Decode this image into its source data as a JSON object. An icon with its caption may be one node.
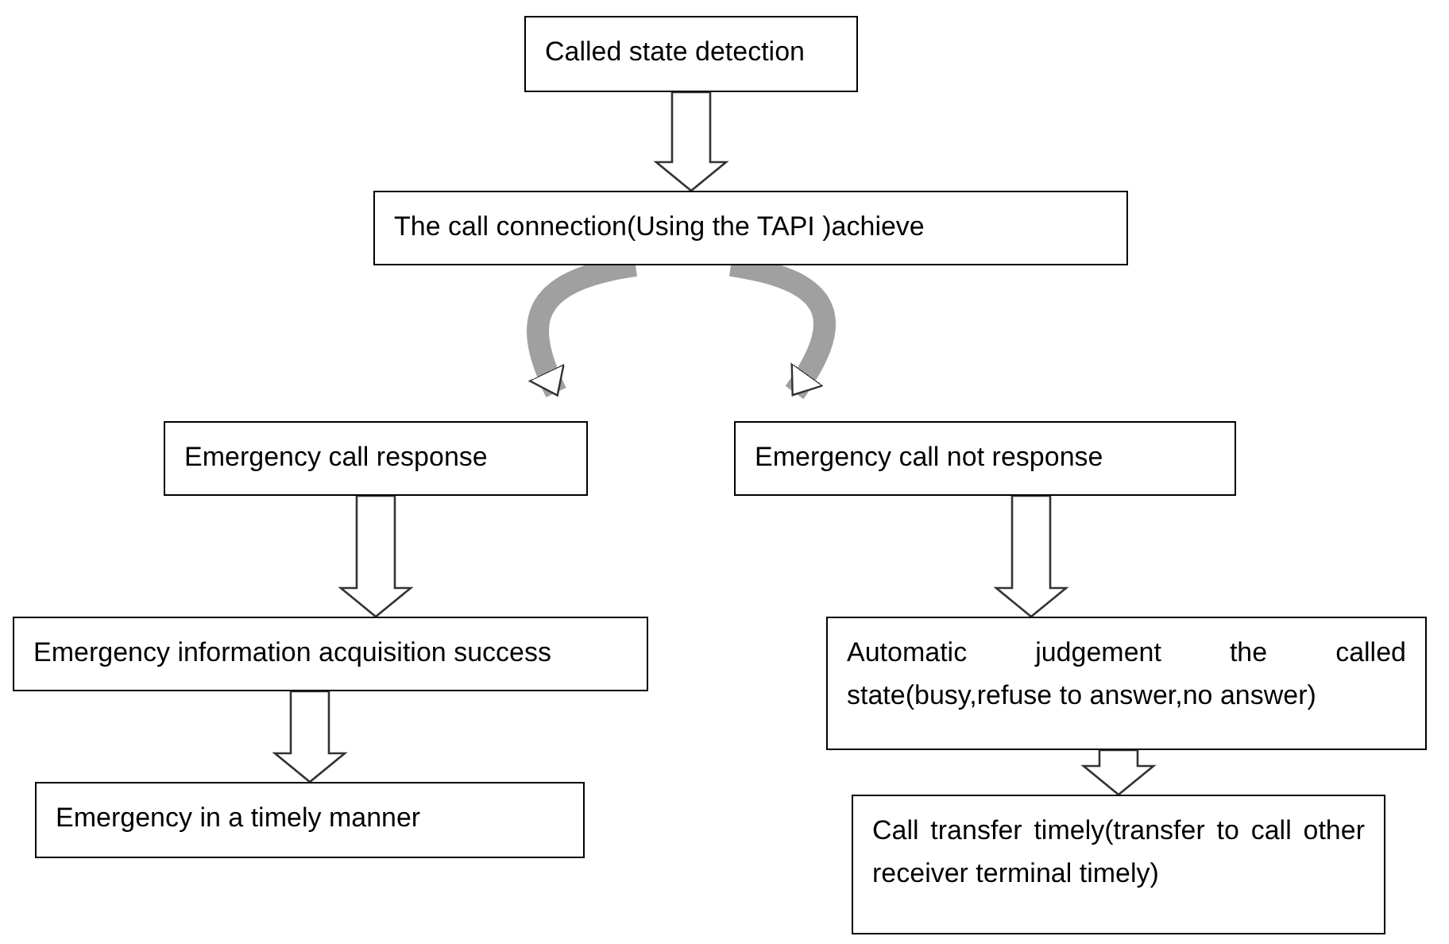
{
  "diagram": {
    "nodes": [
      {
        "text": [
          "Called state detection"
        ]
      },
      {
        "text": [
          "The call connection(Using the TAPI )achieve"
        ]
      },
      {
        "text": [
          "Emergency call response"
        ]
      },
      {
        "text": [
          "Emergency call not response"
        ]
      },
      {
        "text": [
          "Emergency information acquisition success"
        ]
      },
      {
        "text": [
          "Automatic judgement the called state(busy,refuse to answer,no answer)"
        ]
      },
      {
        "text": [
          "Emergency in a timely manner"
        ]
      },
      {
        "text": [
          "Call transfer timely(transfer to call other receiver terminal timely)"
        ]
      }
    ],
    "edges": [
      {
        "from": 0,
        "to": 1,
        "arrow": "to"
      },
      {
        "from": 1,
        "to": 2,
        "arrow": "to"
      },
      {
        "from": 1,
        "to": 3,
        "arrow": "to"
      },
      {
        "from": 2,
        "to": 4,
        "arrow": "to"
      },
      {
        "from": 4,
        "to": 6,
        "arrow": "to"
      },
      {
        "from": 3,
        "to": 5,
        "arrow": "to"
      },
      {
        "from": 5,
        "to": 7,
        "arrow": "to"
      }
    ]
  }
}
